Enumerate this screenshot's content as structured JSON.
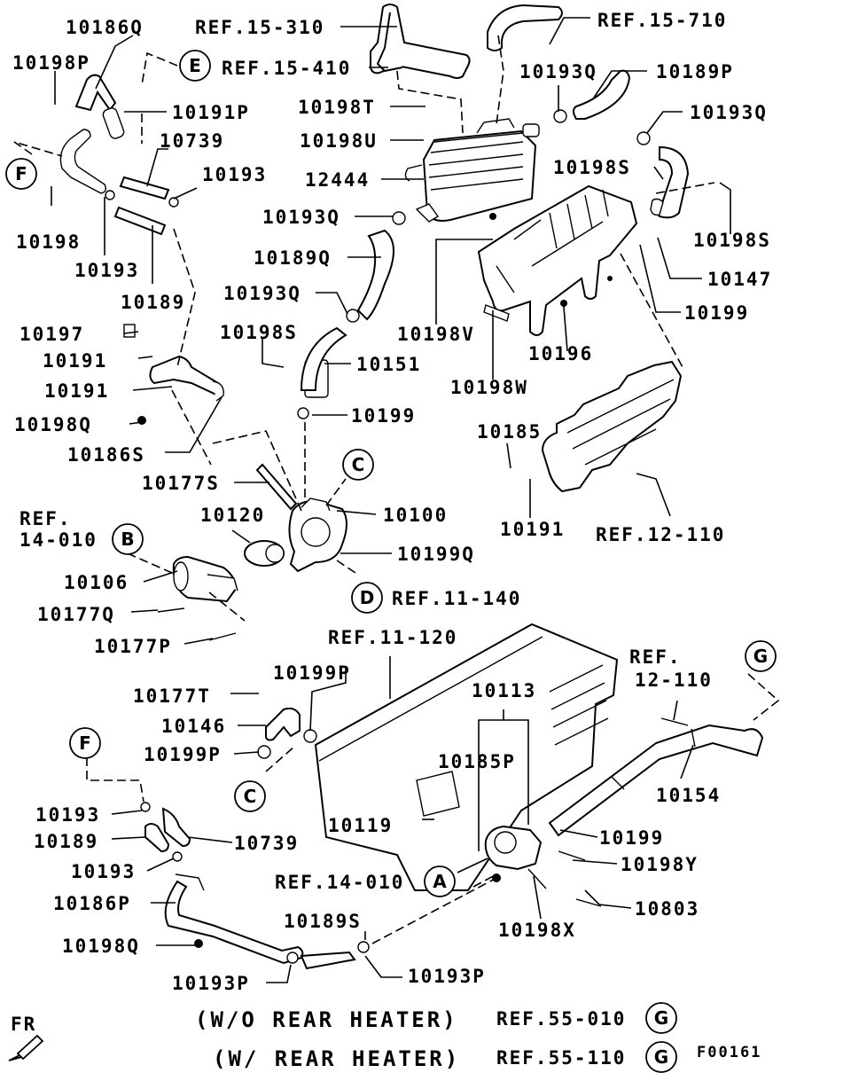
{
  "labels": {
    "l10186Q": "10186Q",
    "l10198P": "10198P",
    "l10191P": "10191P",
    "l10739a": "10739",
    "l10193a": "10193",
    "l10198": "10198",
    "l10193b": "10193",
    "l10189": "10189",
    "l10197": "10197",
    "l10191a": "10191",
    "l10191b": "10191",
    "l10198Qa": "10198Q",
    "l10186S": "10186S",
    "l10177S": "10177S",
    "l10120": "10120",
    "l10100": "10100",
    "l10199Q": "10199Q",
    "l10106": "10106",
    "l10177Q": "10177Q",
    "l10177P": "10177P",
    "lREF15_310": "REF.15-310",
    "lREF15_410": "REF.15-410",
    "lREF15_710": "REF.15-710",
    "l10193Qa": "10193Q",
    "l10189P": "10189P",
    "l10193Qb": "10193Q",
    "l10198T": "10198T",
    "l10198U": "10198U",
    "l12444": "12444",
    "l10198Sa": "10198S",
    "l10193Qc": "10193Q",
    "l10189Q": "10189Q",
    "l10193Qd": "10193Q",
    "l10198Sb": "10198S",
    "l10151": "10151",
    "l10199a": "10199",
    "l10198Sc": "10198S",
    "l10147": "10147",
    "l10199b": "10199",
    "l10198V": "10198V",
    "l10196": "10196",
    "l10198W": "10198W",
    "l10185": "10185",
    "l10191c": "10191",
    "lREF12_110a": "REF.12-110",
    "lREF11_140": "REF.11-140",
    "lREF14_010a1": "REF.",
    "lREF14_010a2": "14-010",
    "lREF11_120": "REF.11-120",
    "l10199P": "10199P",
    "l10177T": "10177T",
    "l10146": "10146",
    "l10199Pb": "10199P",
    "l10113": "10113",
    "lREF12_110b1": "REF.",
    "lREF12_110b2": "12-110",
    "l10185P": "10185P",
    "l10154": "10154",
    "l10193c": "10193",
    "l10189b": "10189",
    "l10739b": "10739",
    "l10193d": "10193",
    "l10119": "10119",
    "l10199c": "10199",
    "l10198Y": "10198Y",
    "lREF14_010b": "REF.14-010",
    "l10186P": "10186P",
    "l10803": "10803",
    "l10198X": "10198X",
    "l10198Qb": "10198Q",
    "l10189S": "10189S",
    "l10193P": "10193P",
    "l10193Pb": "10193P"
  },
  "callouts": {
    "E": "E",
    "F_top": "F",
    "C_top": "C",
    "B": "B",
    "D": "D",
    "F_bottom": "F",
    "C_bottom": "C",
    "A": "A",
    "G_right": "G",
    "G_note1": "G",
    "G_note2": "G"
  },
  "notes": {
    "without_heater": "(W/O REAR HEATER)",
    "without_ref": "REF.55-010",
    "with_heater": "(W/ REAR HEATER)",
    "with_ref": "REF.55-110",
    "front": "FR",
    "figure_code": "F00161"
  }
}
